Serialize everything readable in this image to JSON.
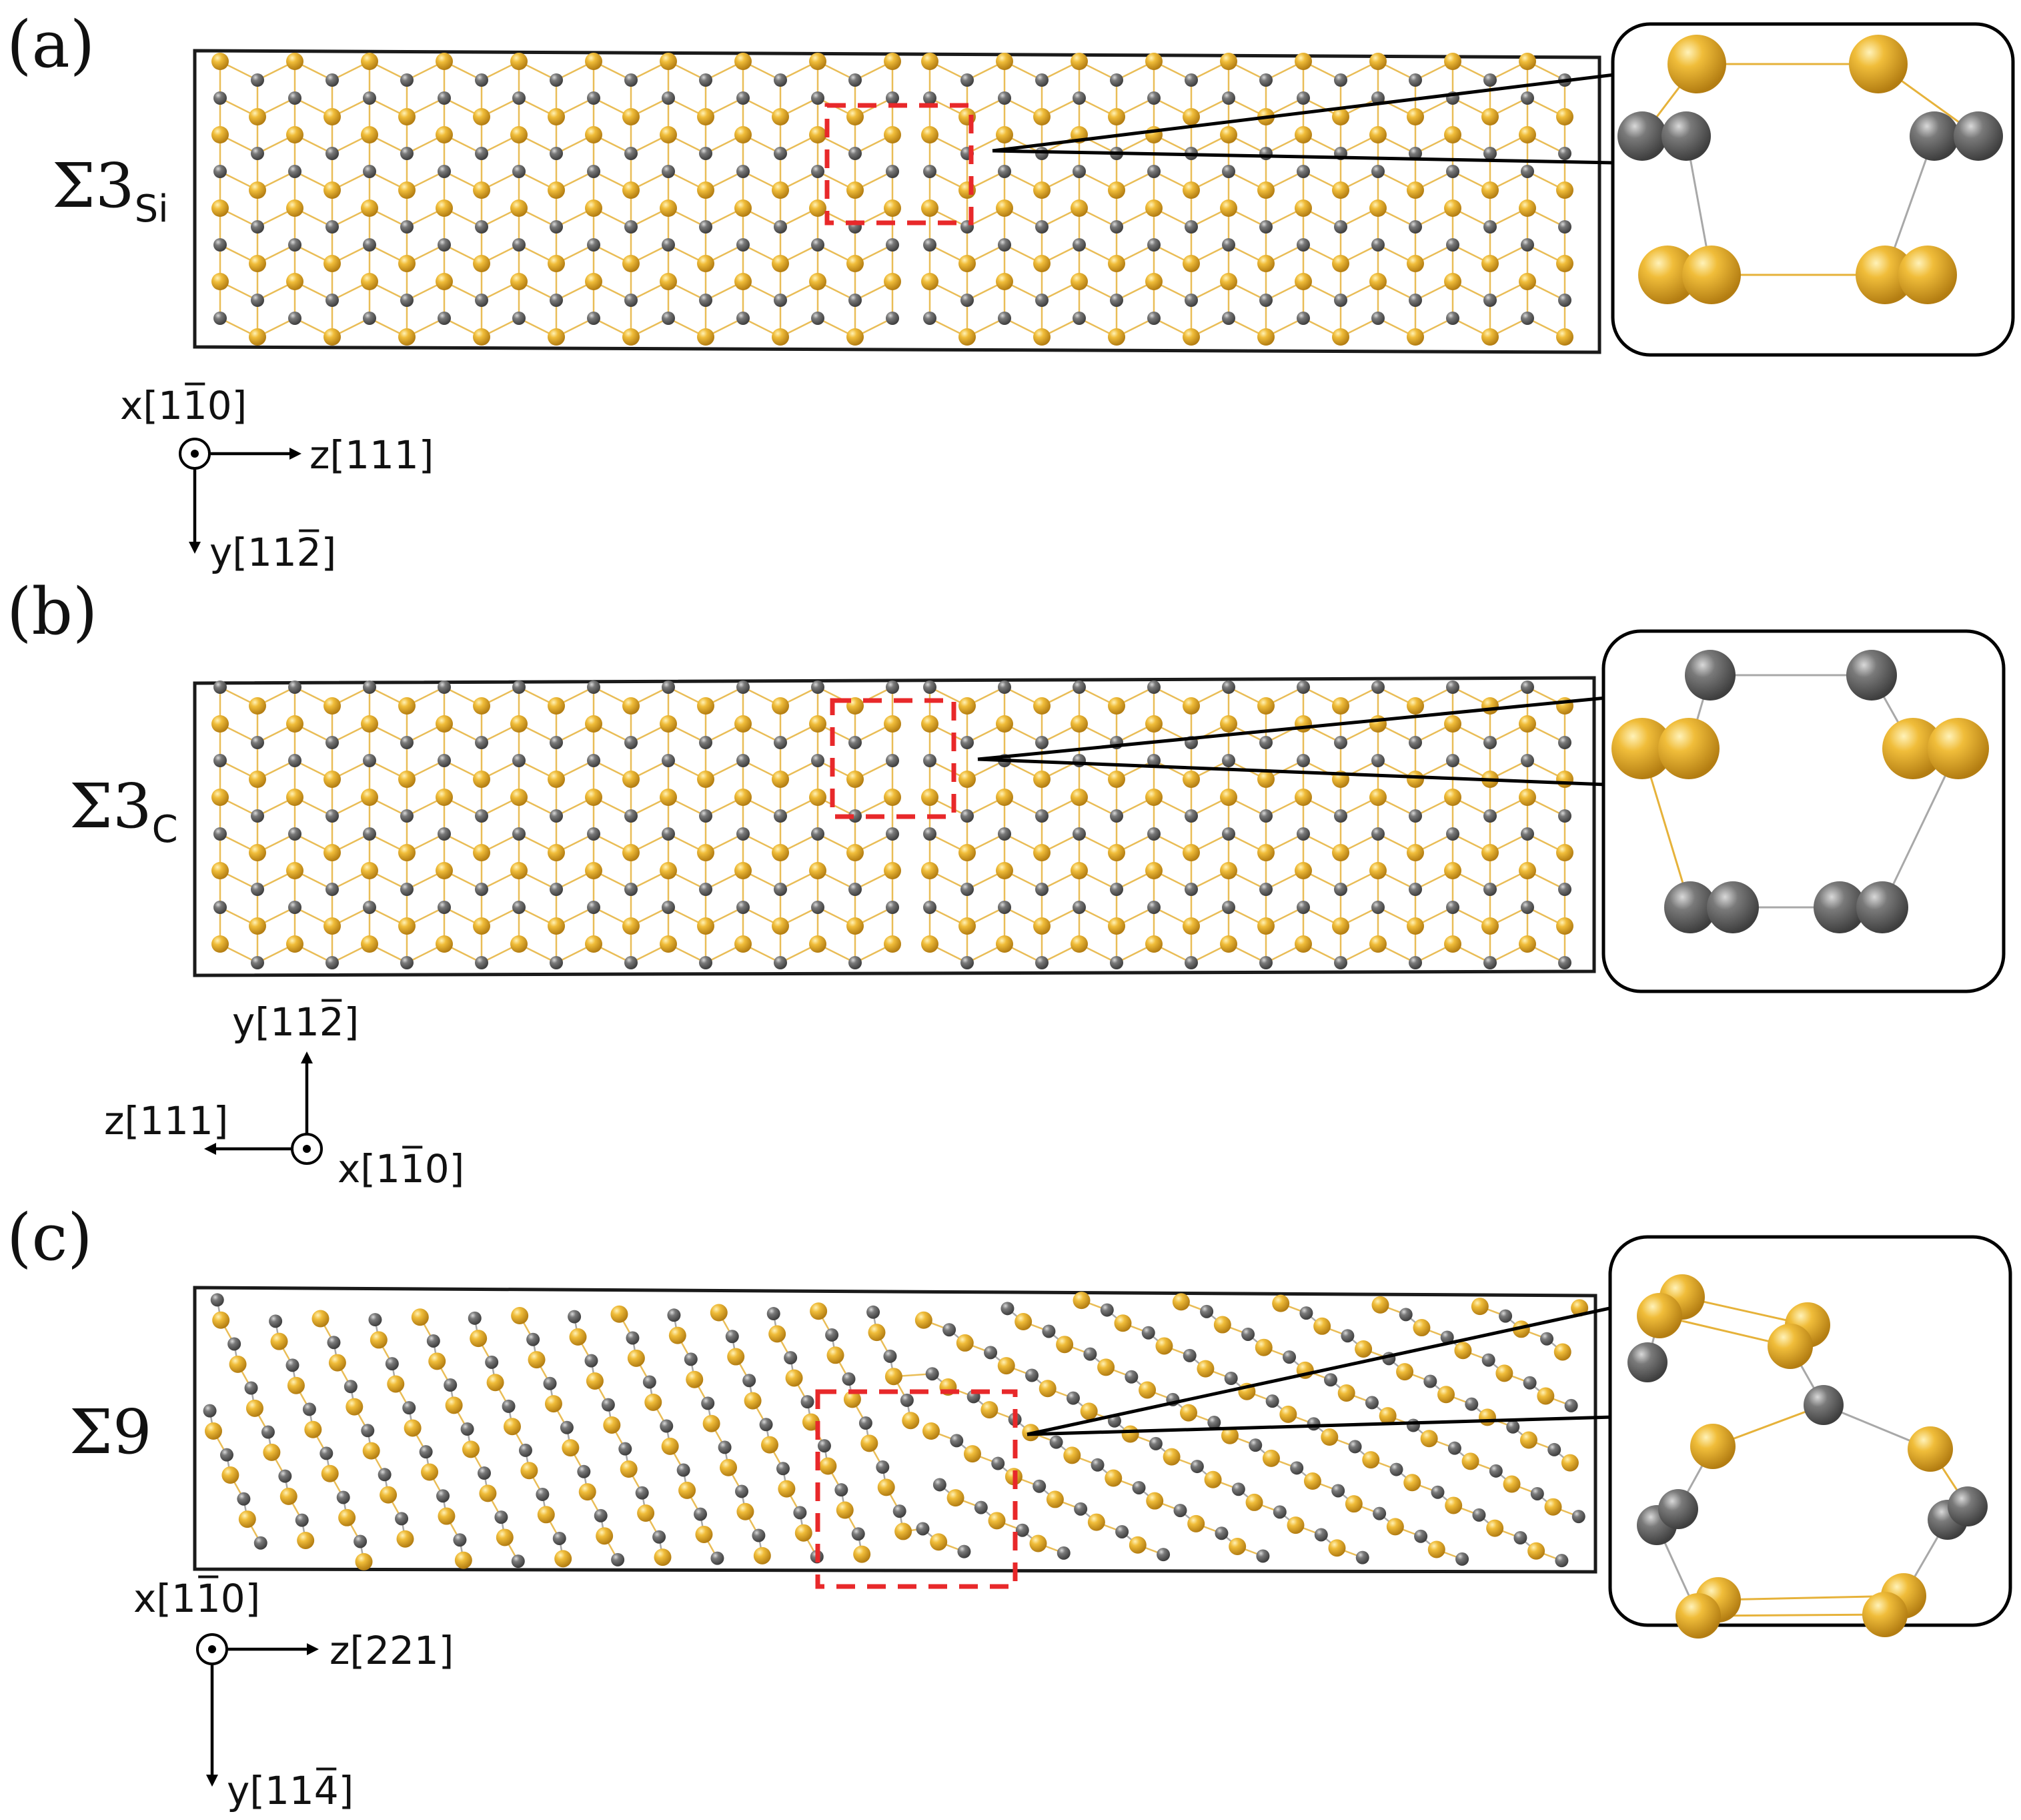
{
  "panels": [
    {
      "label": "(a)",
      "sigma_base": "Σ3",
      "sigma_sub": "Si",
      "axes": {
        "out": "x[11̅0]",
        "horizontal": "z[111]",
        "vertical": "y[112̅]"
      }
    },
    {
      "label": "(b)",
      "sigma_base": "Σ3",
      "sigma_sub": "C",
      "axes": {
        "out": "x[11̅0]",
        "horizontal": "z[111]",
        "vertical": "y[112̅]"
      }
    },
    {
      "label": "(c)",
      "sigma_base": "Σ9",
      "sigma_sub": "",
      "axes": {
        "out": "x[11̅0]",
        "horizontal": "z[221]",
        "vertical": "y[114̅]"
      }
    }
  ],
  "atom_colors": {
    "si": "#e0a526",
    "c": "#6d6d6d",
    "boundary_box": "#e8282a"
  }
}
